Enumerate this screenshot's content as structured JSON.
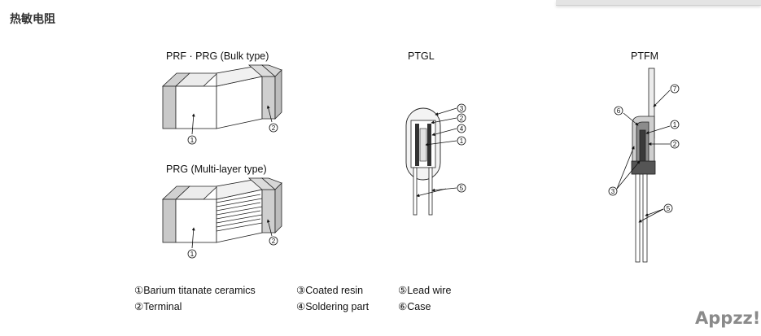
{
  "page_title": "热敏电阻",
  "diagrams": {
    "bulk_title": "PRF · PRG (Bulk type)",
    "multilayer_title": "PRG (Multi-layer type)",
    "ptgl_title": "PTGL",
    "ptfm_title": "PTFM"
  },
  "markers": {
    "m1": "1",
    "m2": "2",
    "m3": "3",
    "m4": "4",
    "m5": "5",
    "m6": "6",
    "m7": "7"
  },
  "legend": [
    {
      "num": "①",
      "text": "Barium titanate ceramics"
    },
    {
      "num": "②",
      "text": "Terminal"
    },
    {
      "num": "③",
      "text": "Coated resin"
    },
    {
      "num": "④",
      "text": "Soldering part"
    },
    {
      "num": "⑤",
      "text": "Lead wire"
    },
    {
      "num": "⑥",
      "text": "Case"
    }
  ],
  "watermark": "Appzz!"
}
